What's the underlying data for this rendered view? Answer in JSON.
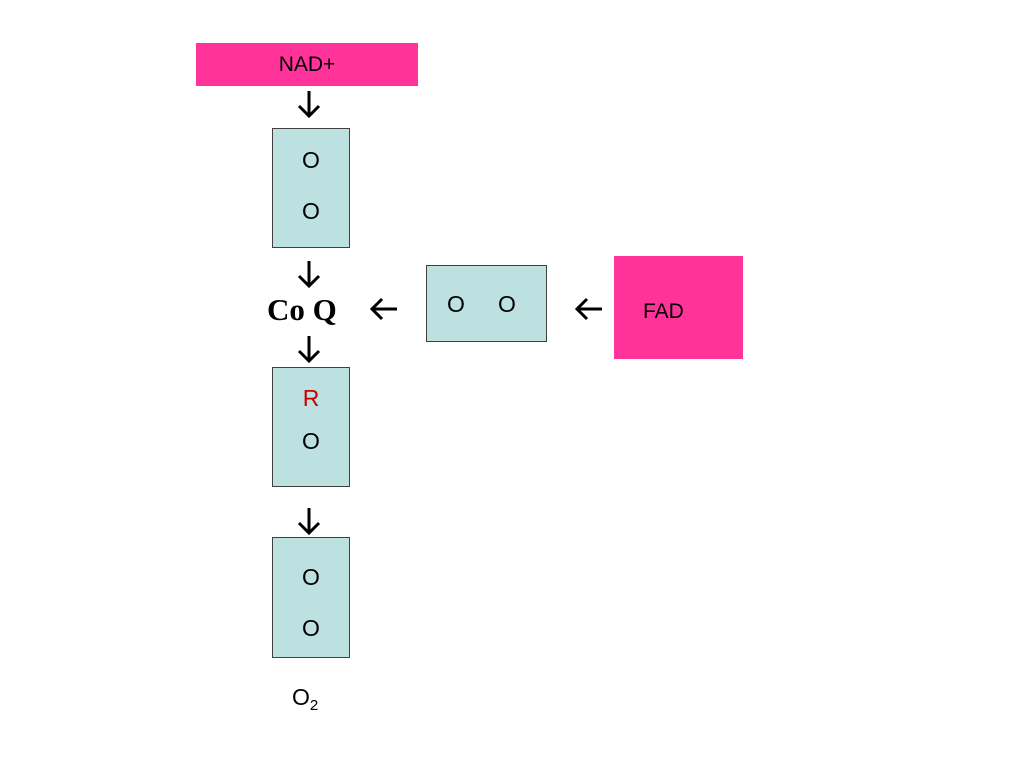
{
  "nad": {
    "label": "NAD+"
  },
  "fad": {
    "label": "FAD"
  },
  "coq": {
    "label": "Co Q"
  },
  "complex_1": {
    "top_label": "O",
    "bottom_label": "O"
  },
  "complex_2": {
    "left_label": "O",
    "right_label": "O"
  },
  "complex_3": {
    "top_label": "R",
    "bottom_label": "O"
  },
  "complex_4": {
    "top_label": "O",
    "bottom_label": "O"
  },
  "oxygen": {
    "base": "O",
    "subscript": "2"
  },
  "colors": {
    "carrier_box": "#ff3399",
    "complex_box": "#bde0e0",
    "highlight_label": "#cc0000"
  },
  "icons": {
    "down": "arrow-down-icon",
    "left": "arrow-left-icon"
  }
}
